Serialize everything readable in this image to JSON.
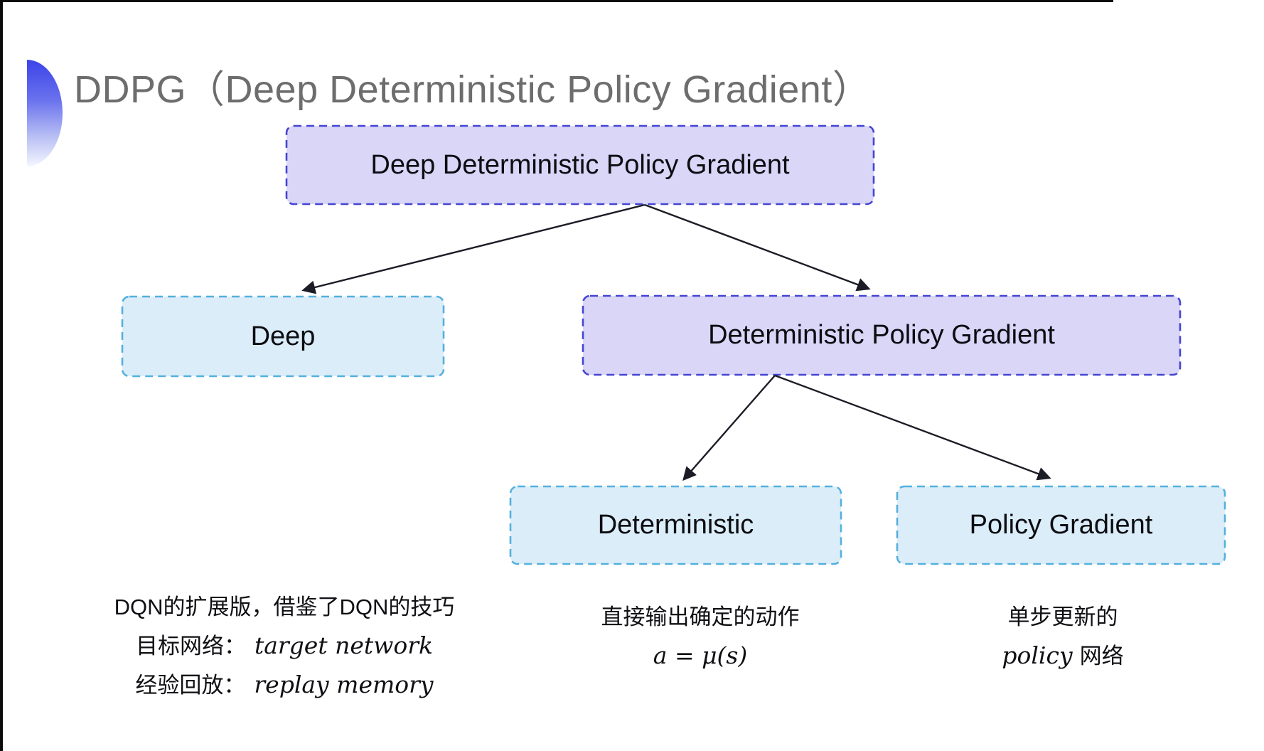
{
  "title": {
    "text": "DDPG（Deep Deterministic Policy Gradient）",
    "icon": "half-circle-bullet"
  },
  "colors": {
    "background": "#ffffff",
    "frame": "#0b0b0b",
    "purple_fill": "#d9d6f8",
    "purple_border": "#4545d2",
    "blue_fill": "#dbedf9",
    "blue_border": "#54b0dd",
    "arrow": "#1c1c26",
    "title_text": "#6d6d6d",
    "node_text": "#0d0d12",
    "note_text": "#101014",
    "icon_top": "#3b44e8",
    "icon_bottom": "#f4f6ff"
  },
  "nodes": {
    "ddpg": {
      "label": "Deep Deterministic Policy Gradient",
      "variant": "purple"
    },
    "deep": {
      "label": "Deep",
      "variant": "blue"
    },
    "dpg": {
      "label": "Deterministic Policy Gradient",
      "variant": "purple"
    },
    "deterministic": {
      "label": "Deterministic",
      "variant": "blue"
    },
    "policy_gradient": {
      "label": "Policy Gradient",
      "variant": "blue"
    }
  },
  "edges": [
    {
      "from": "ddpg",
      "to": "deep"
    },
    {
      "from": "ddpg",
      "to": "dpg"
    },
    {
      "from": "dpg",
      "to": "deterministic"
    },
    {
      "from": "dpg",
      "to": "policy_gradient"
    }
  ],
  "notes": {
    "deep": {
      "line1": "DQN的扩展版，借鉴了DQN的技巧",
      "line2_label": "目标网络：",
      "line2_term": "target network",
      "line3_label": "经验回放：",
      "line3_term": "replay memory"
    },
    "deterministic": {
      "line1": "直接输出确定的动作",
      "formula": "a = μ(s)"
    },
    "policy_gradient": {
      "line1": "单步更新的",
      "term": "policy",
      "suffix": "网络"
    }
  }
}
